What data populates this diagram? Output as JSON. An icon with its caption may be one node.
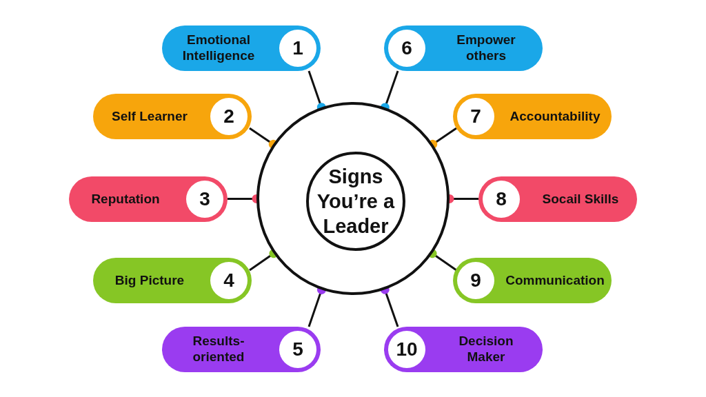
{
  "diagram": {
    "nodes": [
      {
        "text": [],
        "shape": "circle"
      },
      {
        "text": [
          "Signs You’re a Leader"
        ],
        "in": 0
      },
      {
        "text": [
          "Emotional Intelligence",
          "1"
        ]
      },
      {
        "text": [
          "Self Learner",
          "2"
        ]
      },
      {
        "text": [
          "Reputation",
          "3"
        ]
      },
      {
        "text": [
          "Big Picture",
          "4"
        ]
      },
      {
        "text": [
          "Results-oriented",
          "5"
        ]
      },
      {
        "text": [
          "6",
          "Empower others"
        ]
      },
      {
        "text": [
          "7",
          "Accountability"
        ]
      },
      {
        "text": [
          "8",
          "Socail Skills"
        ]
      },
      {
        "text": [
          "9",
          "Communication"
        ]
      },
      {
        "text": [
          "10",
          "Decision Maker"
        ]
      }
    ],
    "edges": [
      {
        "from": 2,
        "to": 0,
        "arrow": "other"
      },
      {
        "from": 3,
        "to": 0,
        "arrow": "other"
      },
      {
        "from": 4,
        "to": 0,
        "arrow": "other"
      },
      {
        "from": 5,
        "to": 0,
        "arrow": "other"
      },
      {
        "from": 6,
        "to": 0,
        "arrow": "other"
      },
      {
        "from": 7,
        "to": 0,
        "arrow": "other"
      },
      {
        "from": 8,
        "to": 0,
        "arrow": "other"
      },
      {
        "from": 9,
        "to": 0,
        "arrow": "other"
      },
      {
        "from": 10,
        "to": 0,
        "arrow": "other"
      },
      {
        "from": 11,
        "to": 0,
        "arrow": "other"
      }
    ]
  }
}
